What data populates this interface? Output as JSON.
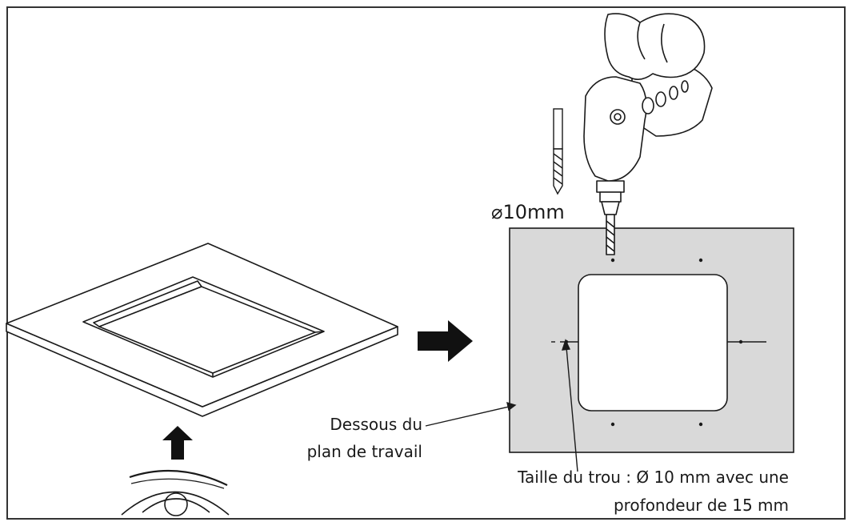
{
  "drill_bit_label": "⌀10mm",
  "underside_label": {
    "line1": "Dessous du",
    "line2": "plan de travail"
  },
  "hole_size_label": {
    "line1": "Taille du trou : Ø 10 mm avec une",
    "line2": "profondeur de 15 mm"
  },
  "colors": {
    "panel_fill": "#d9d9d9",
    "line": "#1a1a1a",
    "background": "#ffffff"
  },
  "icons": [
    "worktop-perspective",
    "arrow-right-icon",
    "arrow-up-icon",
    "eye-icon",
    "drill-icon",
    "drill-bit-icon",
    "hole-marker-icon"
  ]
}
